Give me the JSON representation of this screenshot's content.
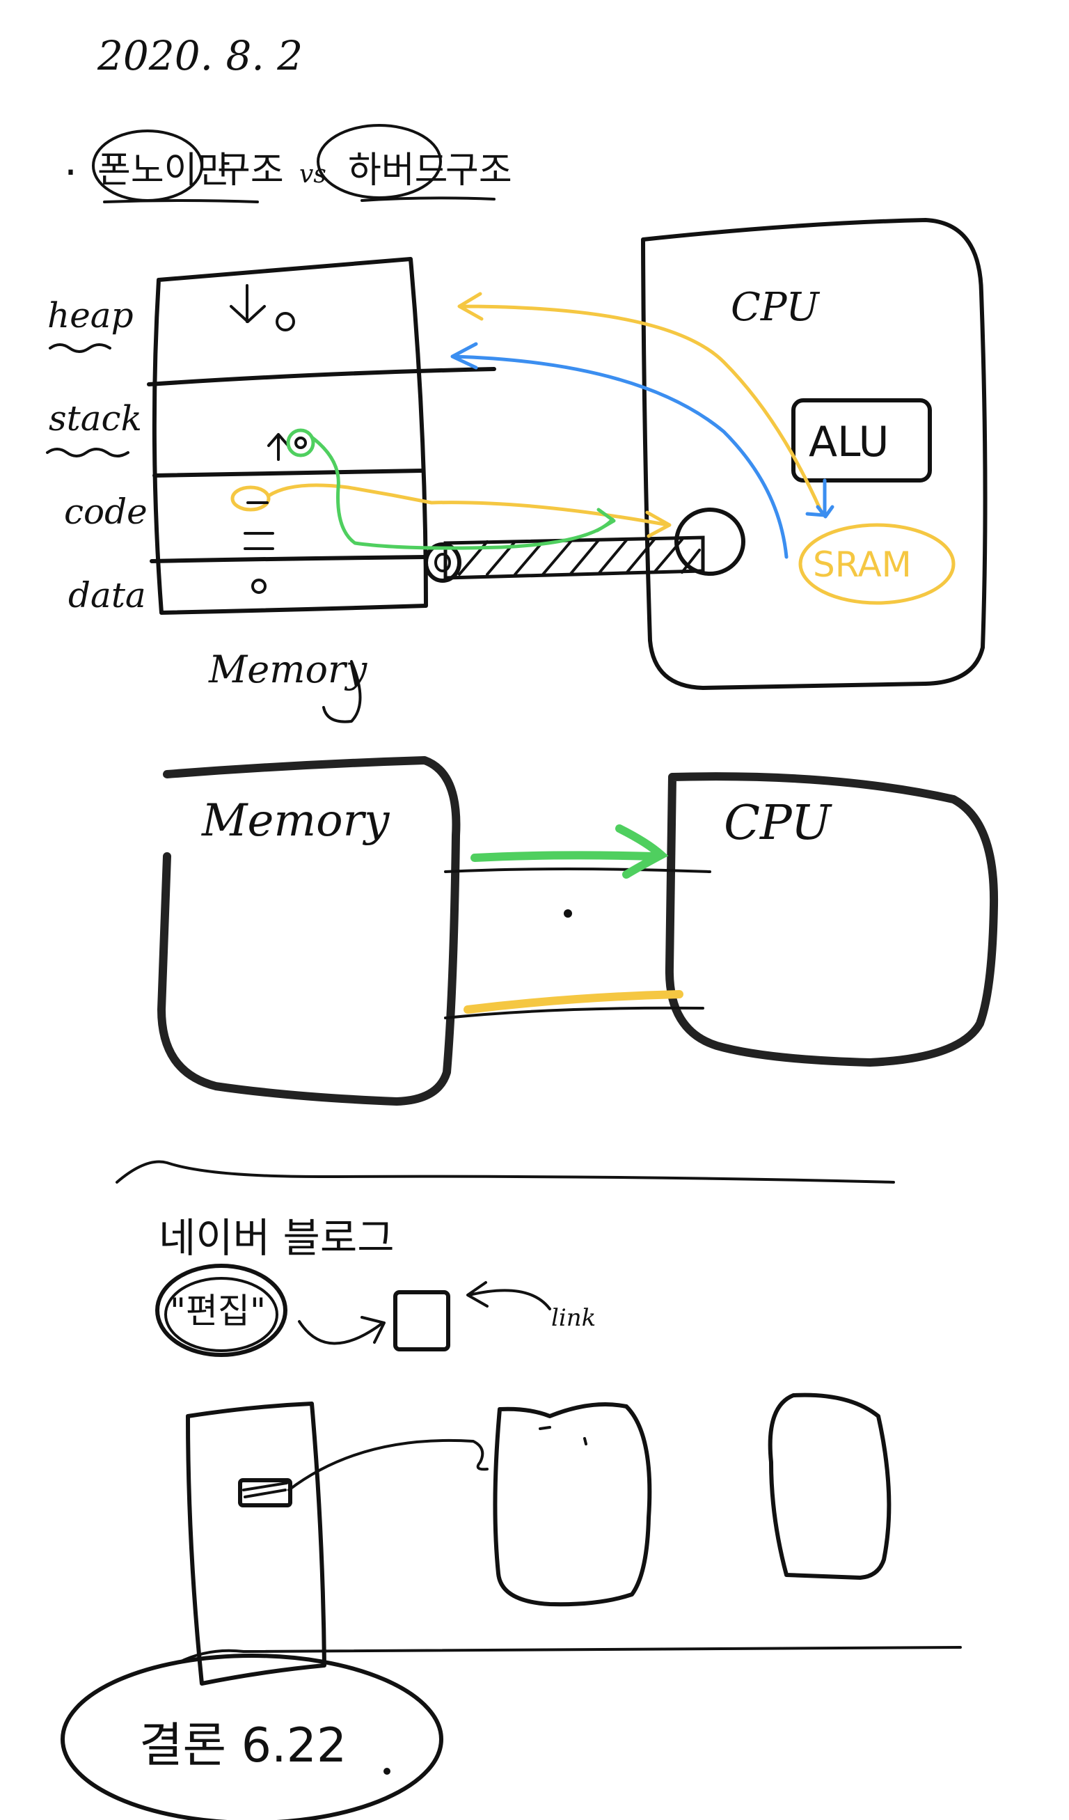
{
  "date": "2020. 8. 2",
  "heading": {
    "bullet": "·",
    "left_term": "폰노이만",
    "left_suffix": "구조",
    "vs": "vs",
    "right_term": "하버드",
    "right_suffix": "구조"
  },
  "diagram1": {
    "memory_segments": [
      "heap",
      "stack",
      "code",
      "data"
    ],
    "memory_label": "Memory",
    "cpu_label": "CPU",
    "alu_label": "ALU",
    "sram_label": "SRAM"
  },
  "diagram2": {
    "memory_label": "Memory",
    "cpu_label": "CPU"
  },
  "naver_section": {
    "title": "네이버 블로그",
    "edit_label": "\"편집\"",
    "side_label": "link"
  },
  "conclusion": "결론 6.22",
  "colors": {
    "ink": "#111111",
    "yellow": "#f5c742",
    "blue": "#3b8ef0",
    "green": "#4fcf5f"
  }
}
